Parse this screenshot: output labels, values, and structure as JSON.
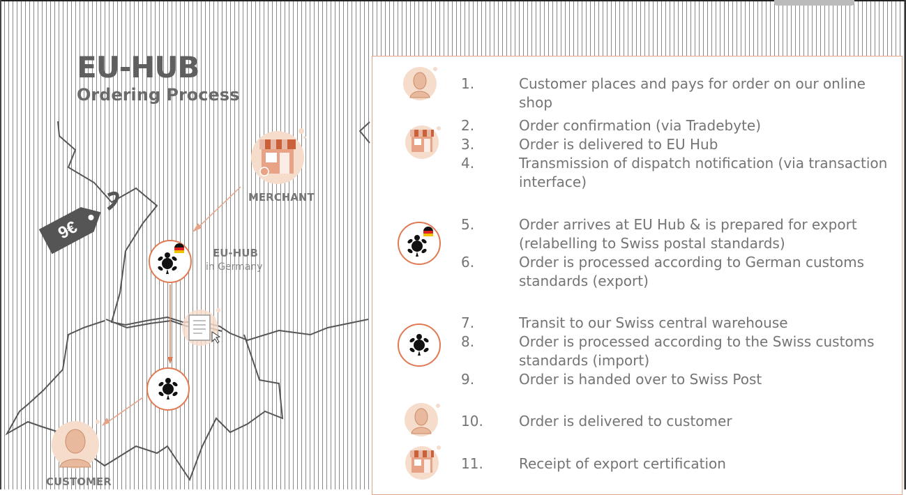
{
  "header": {
    "title": "EU-HUB",
    "subtitle": "Ordering Process"
  },
  "map": {
    "price_tag": "9€",
    "merchant_label": "MERCHANT",
    "hub_label": "EU-HUB",
    "hub_sublabel": "in Germany",
    "customer_label": "CUSTOMER"
  },
  "steps": [
    {
      "num": "1.",
      "text": "Customer places and pays for order on our online shop"
    },
    {
      "num": "2.",
      "text": "Order confirmation (via Tradebyte)"
    },
    {
      "num": "3.",
      "text": "Order is delivered to EU Hub"
    },
    {
      "num": "4.",
      "text": "Transmission of dispatch notification (via transaction interface)"
    },
    {
      "num": "5.",
      "text": "Order arrives at EU Hub & is prepared for export (relabelling to Swiss postal standards)"
    },
    {
      "num": "6.",
      "text": "Order is processed according to German customs standards (export)"
    },
    {
      "num": "7.",
      "text": "Transit to our Swiss central warehouse"
    },
    {
      "num": "8.",
      "text": "Order is processed according to the Swiss customs standards (import)"
    },
    {
      "num": "9.",
      "text": "Order is handed over to Swiss Post"
    },
    {
      "num": "10.",
      "text": "Order is delivered to customer"
    },
    {
      "num": "11.",
      "text": "Receipt of export certification"
    }
  ],
  "colors": {
    "accent": "#e8a285",
    "accent_dark": "#e07a52",
    "peach": "#f6dccb",
    "text": "#747474",
    "border": "#555555"
  },
  "icons": [
    "customer-icon",
    "shop-icon",
    "turtle-icon",
    "germany-flag-icon",
    "document-icon",
    "price-tag-icon"
  ]
}
